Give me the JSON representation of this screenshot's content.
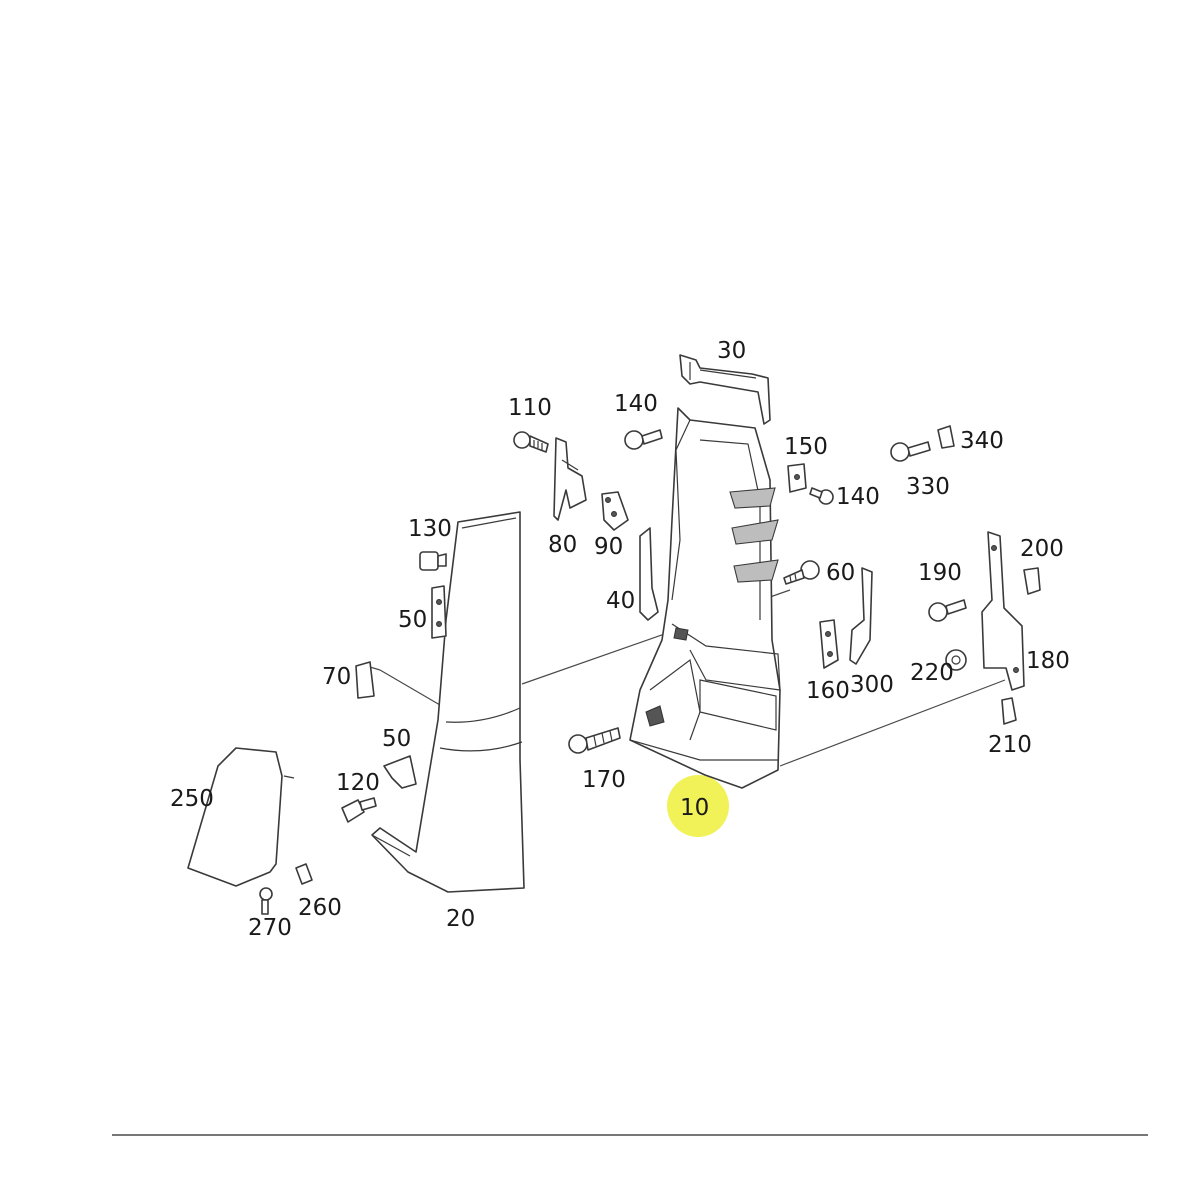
{
  "diagram": {
    "callouts": [
      {
        "id": "p10",
        "label": "10"
      },
      {
        "id": "p20",
        "label": "20"
      },
      {
        "id": "p30",
        "label": "30"
      },
      {
        "id": "p40",
        "label": "40"
      },
      {
        "id": "p50a",
        "label": "50"
      },
      {
        "id": "p50b",
        "label": "50"
      },
      {
        "id": "p60",
        "label": "60"
      },
      {
        "id": "p70",
        "label": "70"
      },
      {
        "id": "p80",
        "label": "80"
      },
      {
        "id": "p90",
        "label": "90"
      },
      {
        "id": "p110",
        "label": "110"
      },
      {
        "id": "p120",
        "label": "120"
      },
      {
        "id": "p130",
        "label": "130"
      },
      {
        "id": "p140a",
        "label": "140"
      },
      {
        "id": "p140b",
        "label": "140"
      },
      {
        "id": "p150",
        "label": "150"
      },
      {
        "id": "p160",
        "label": "160"
      },
      {
        "id": "p170",
        "label": "170"
      },
      {
        "id": "p180",
        "label": "180"
      },
      {
        "id": "p190",
        "label": "190"
      },
      {
        "id": "p200",
        "label": "200"
      },
      {
        "id": "p210",
        "label": "210"
      },
      {
        "id": "p220",
        "label": "220"
      },
      {
        "id": "p250",
        "label": "250"
      },
      {
        "id": "p260",
        "label": "260"
      },
      {
        "id": "p270",
        "label": "270"
      },
      {
        "id": "p300",
        "label": "300"
      },
      {
        "id": "p330",
        "label": "330"
      },
      {
        "id": "p340",
        "label": "340"
      }
    ],
    "highlighted_callout": "10",
    "highlight_color": "#eef03a",
    "line_color": "#3a3a3a"
  }
}
